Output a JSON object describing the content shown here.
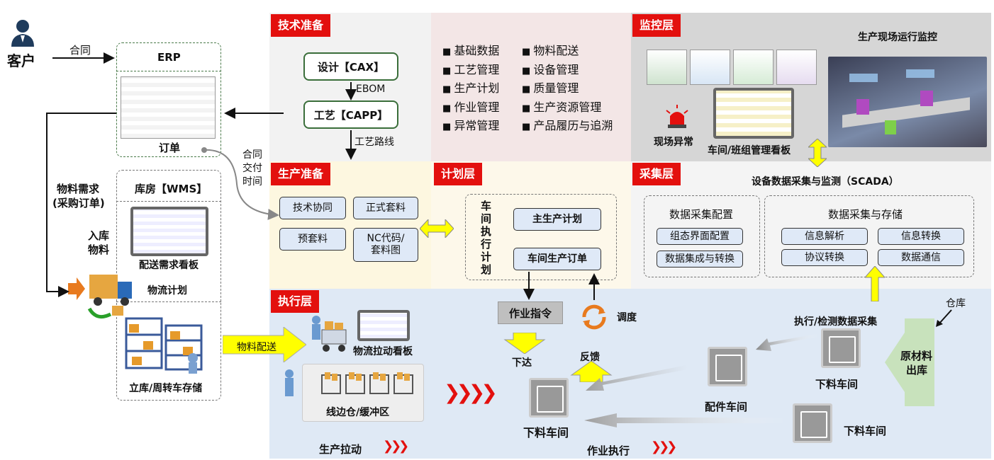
{
  "left": {
    "customer": "客户",
    "contract": "合同",
    "erp": "ERP",
    "order": "订单",
    "material_req": [
      "物料需求",
      "(采购订单)"
    ],
    "wms": "库房【WMS】",
    "inbound": [
      "入库",
      "物料"
    ],
    "delivery_board": "配送需求看板",
    "logistics_plan": "物流计划",
    "storage": "立库/周转车存储",
    "contract_delivery": [
      "合同",
      "交付",
      "时间"
    ]
  },
  "tech": {
    "tag": "技术准备",
    "cax": "设计【CAX】",
    "ebom": "EBOM",
    "capp": "工艺【CAPP】",
    "route": "工艺路线"
  },
  "functions": {
    "col1": [
      "基础数据",
      "工艺管理",
      "生产计划",
      "作业管理",
      "异常管理"
    ],
    "col2": [
      "物料配送",
      "设备管理",
      "质量管理",
      "生产资源管理",
      "产品履历与追溯"
    ]
  },
  "monitor": {
    "tag": "监控层",
    "title": "生产现场运行监控",
    "alarm": "现场异常",
    "board": "车间/班组管理看板"
  },
  "prep": {
    "tag": "生产准备",
    "items": [
      "技术协同",
      "正式套料",
      "预套料",
      "NC代码/\n套料图"
    ]
  },
  "plan": {
    "tag": "计划层",
    "vertical": [
      "车",
      "间",
      "执",
      "行",
      "计",
      "划"
    ],
    "master": "主生产计划",
    "order": "车间生产订单"
  },
  "collect": {
    "tag": "采集层",
    "title": "设备数据采集与监测（SCADA）",
    "config_title": "数据采集配置",
    "config_items": [
      "组态界面配置",
      "数据集成与转换"
    ],
    "store_title": "数据采集与存储",
    "store_items": [
      "信息解析",
      "信息转换",
      "协议转换",
      "数据通信"
    ]
  },
  "exec": {
    "tag": "执行层",
    "material_delivery": "物料配送",
    "pull_board": "物流拉动看板",
    "line_side": "线边仓/缓冲区",
    "work_order": "作业指令",
    "dispatch": "调度",
    "issue": "下达",
    "feedback": "反馈",
    "collect_label": "执行/检测数据采集",
    "warehouse": "仓库",
    "raw_material": [
      "原材料",
      "出库"
    ],
    "shop_center": "下料车间",
    "shop_parts": "配件车间",
    "shop_right_top": "下料车间",
    "shop_right_bottom": "下料车间",
    "pull": "生产拉动",
    "execution": "作业执行"
  },
  "colors": {
    "red": "#e3100e",
    "yellow": "#ffff00",
    "green_border": "#3a6e3a",
    "exec_bg": "#dfe9f5"
  }
}
